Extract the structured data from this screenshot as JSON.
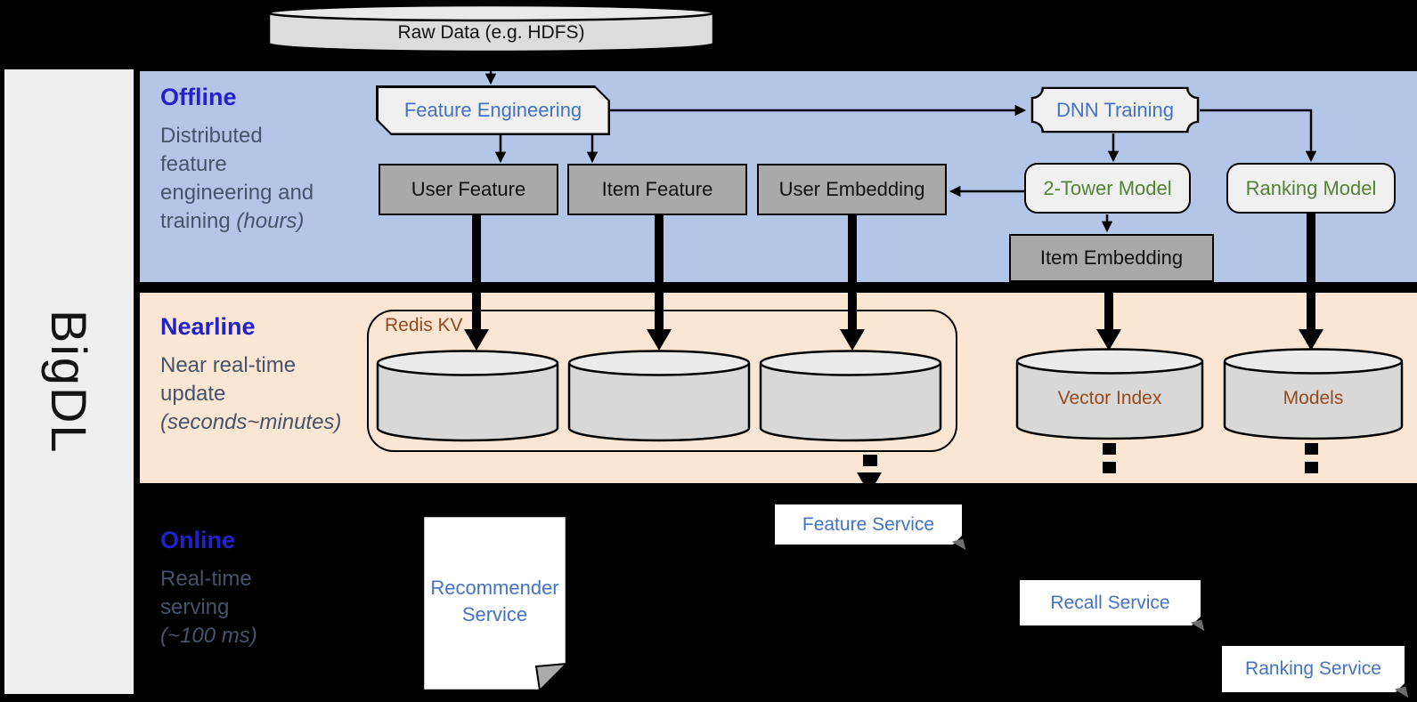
{
  "brand": {
    "label": "BigDL"
  },
  "raw_data": {
    "label": "Raw Data (e.g. HDFS)"
  },
  "sections": {
    "offline": {
      "title": "Offline",
      "desc_lines": [
        "Distributed",
        "feature",
        "engineering and",
        "training"
      ],
      "desc_note": "(hours)"
    },
    "nearline": {
      "title": "Nearline",
      "desc_lines": [
        "Near real-time",
        "update"
      ],
      "desc_note": "(seconds~minutes)"
    },
    "online": {
      "title": "Online",
      "desc_lines": [
        "Real-time",
        "serving"
      ],
      "desc_note": "(~100 ms)"
    }
  },
  "nodes": {
    "feature_engineering": "Feature Engineering",
    "dnn_training": "DNN Training",
    "user_feature": "User Feature",
    "item_feature": "Item Feature",
    "user_embedding": "User Embedding",
    "two_tower_model": "2-Tower Model",
    "ranking_model": "Ranking Model",
    "item_embedding": "Item Embedding",
    "redis_kv": "Redis KV",
    "vector_index": "Vector Index",
    "models": "Models",
    "recommender_service": "Recommender Service",
    "feature_service": "Feature Service",
    "recall_service": "Recall Service",
    "ranking_service": "Ranking Service"
  },
  "colors": {
    "offline_bg": "#B3C6E7",
    "nearline_bg": "#FBE5D3",
    "online_bg": "#000000",
    "sidebar_bg": "#EFEFEF",
    "section_title_blue": "#2222CC",
    "section_desc_gray": "#44546A",
    "node_text_blue": "#4472C4",
    "node_text_green": "#548235",
    "node_text_brown": "#96491A",
    "gray_box_fill": "#A9A9A9",
    "light_box_fill": "#F0F0F0",
    "cylinder_fill": "#D8D8D8"
  }
}
